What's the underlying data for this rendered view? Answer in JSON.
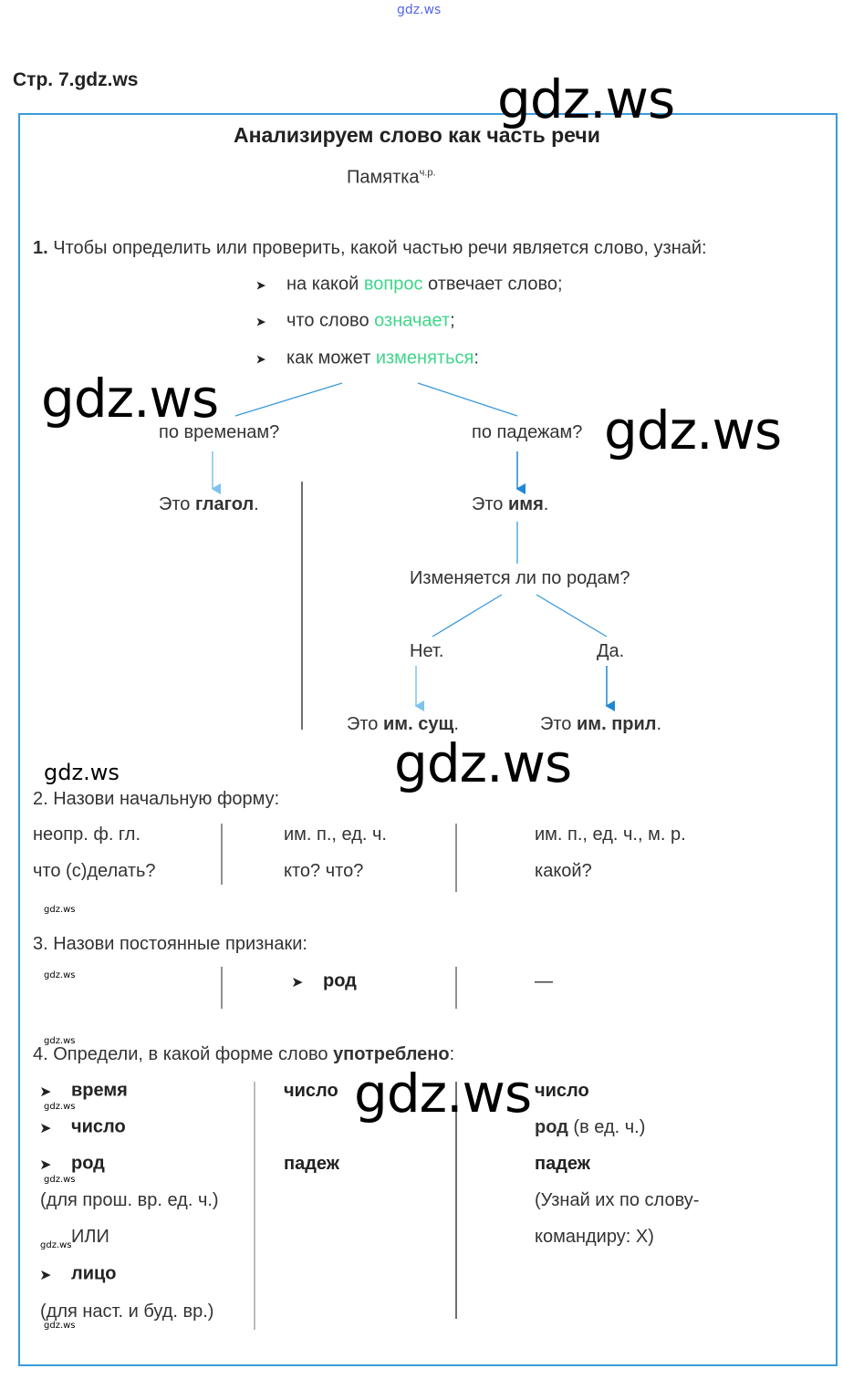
{
  "watermark": "gdz.ws",
  "header": "Стр. 7.gdz.ws",
  "title": "Анализируем слово как часть речи",
  "subtitle": "Памятка",
  "subtitle_sup": "ч.р.",
  "s1": {
    "num": "1.",
    "text": "Чтобы определить или проверить, какой частью речи является слово, узнай:",
    "bullets": [
      {
        "a": "на какой ",
        "g": "вопрос",
        "b": " отвечает слово;"
      },
      {
        "a": "что слово ",
        "g": "означает",
        "b": ";"
      },
      {
        "a": "как может ",
        "g": "изменяться",
        "b": ":"
      }
    ]
  },
  "tree": {
    "left_q": "по временам?",
    "right_q": "по падежам?",
    "verb_pre": "Это ",
    "verb": "глагол",
    "dot": ".",
    "noun_pre": "Это ",
    "name": "имя",
    "gender_q": "Изменяется ли по родам?",
    "no": "Нет.",
    "yes": "Да.",
    "sush": "им. сущ",
    "pril": "им. прил"
  },
  "s2": {
    "title": "2. Назови начальную форму:",
    "cols": [
      [
        "неопр. ф. гл.",
        "что (с)делать?"
      ],
      [
        "им. п., ед. ч.",
        "кто? что?"
      ],
      [
        "им. п., ед. ч., м. р.",
        "какой?"
      ]
    ]
  },
  "s3": {
    "title": "3. Назови постоянные признаки:",
    "mid": "род",
    "right": "—"
  },
  "s4": {
    "title_a": "4. Определи, в какой форме слово ",
    "title_b": "употреблено",
    "title_c": ":",
    "left": {
      "b1": "время",
      "b2": "число",
      "b3": "род",
      "n1": "(для прош. вр. ед. ч.)",
      "or": "ИЛИ",
      "b4": "лицо",
      "n2": "(для наст. и буд. вр.)"
    },
    "mid": [
      "число",
      "падеж"
    ],
    "right": {
      "r1": "число",
      "r2": "род",
      "r2n": " (в ед. ч.)",
      "r3": "падеж",
      "r4": "(Узнай их по слову-",
      "r5": "командиру: Х)"
    }
  },
  "bullet_icon": "arrowhead-bullet-icon"
}
